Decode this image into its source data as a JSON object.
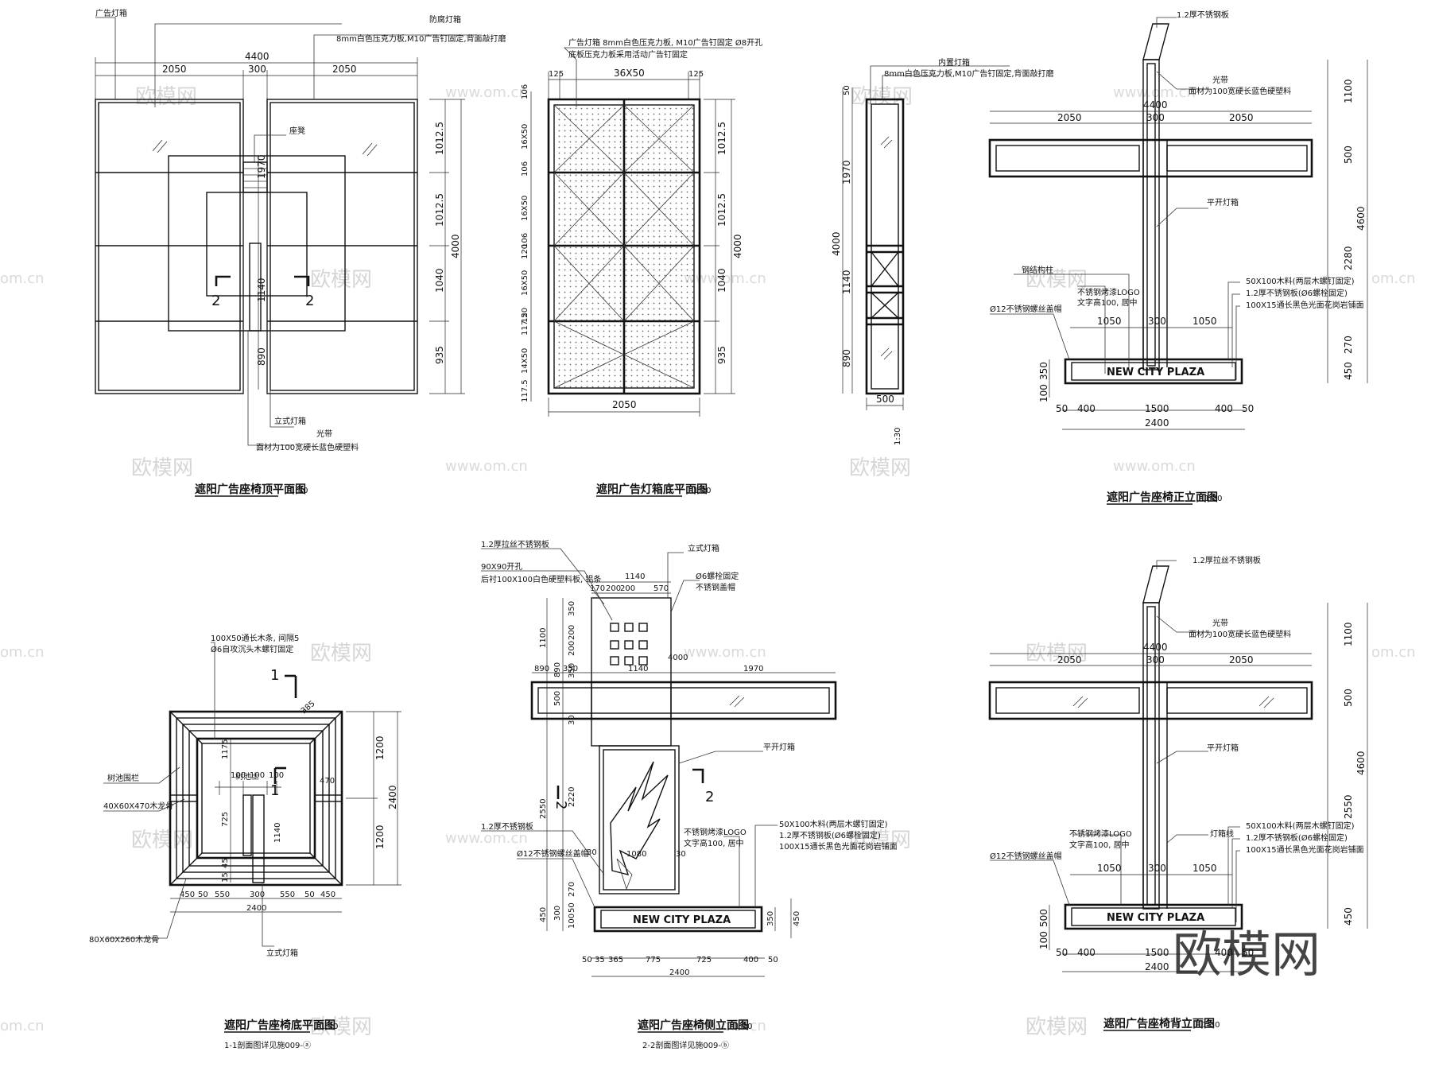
{
  "watermark": {
    "text": "欧模网",
    "url": "www.om.cn",
    "corner": "欧模网",
    "edge": "om.cn"
  },
  "views": {
    "top_plan": {
      "title": "遮阳广告座椅顶平面图",
      "scale": "1:30",
      "notes": [
        "广告灯箱",
        "8mm白色压克力板,M10广告钉固定,背面敲打磨",
        "防腐灯箱",
        "座凳",
        "立式灯箱",
        "光带",
        "面材为100宽硬长蓝色硬塑料"
      ],
      "dims_top": [
        "4400",
        "2050",
        "300",
        "2050"
      ],
      "dims_right": [
        "1012.5",
        "1012.5",
        "1040",
        "935",
        "4000"
      ],
      "dims_inner": [
        "1970",
        "1140",
        "890"
      ],
      "section_mark": "2"
    },
    "box_bottom": {
      "title": "遮阳广告灯箱底平面图",
      "scale": "1:30",
      "notes": [
        "广告灯箱 8mm白色压克力板, M10广告钉固定 Ø8开孔",
        "底板压克力板采用活动广告钉固定"
      ],
      "dims_top": [
        "125",
        "36X50",
        "125"
      ],
      "dims_left": [
        "106",
        "16X50",
        "106",
        "16X50",
        "106",
        "120",
        "16X50",
        "120",
        "117.5",
        "14X50",
        "117.5"
      ],
      "dims_right": [
        "1012.5",
        "1012.5",
        "1040",
        "935",
        "4000"
      ],
      "dims_bottom": [
        "2050"
      ]
    },
    "side_section": {
      "notes": [
        "内置灯箱",
        "8mm白色压克力板,M10广告钉固定,背面敲打磨"
      ],
      "dims_left": [
        "50",
        "1970",
        "4000",
        "1140",
        "890"
      ],
      "dims_bottom": [
        "500"
      ],
      "scale": "1:30"
    },
    "front_elevation": {
      "title": "遮阳广告座椅正立面图",
      "scale": "1:30",
      "notes": [
        "1.2厚不锈钢板",
        "光带",
        "面材为100宽硬长蓝色硬塑料",
        "平开灯箱",
        "钢结构柱",
        "不锈钢烤漆LOGO",
        "文字高100, 居中",
        "50X100木料(两层木螺钉固定)",
        "1.2厚不锈钢板(Ø6螺栓固定)",
        "100X15通长黑色光面花岗岩铺面",
        "Ø12不锈钢螺丝盖帽"
      ],
      "dims_top": [
        "4400",
        "2050",
        "300",
        "2050"
      ],
      "dims_mid": [
        "1050",
        "300",
        "1050"
      ],
      "dims_bottom": [
        "50",
        "400",
        "1500",
        "400",
        "50",
        "2400"
      ],
      "dims_right": [
        "1100",
        "500",
        "2280",
        "4600",
        "270",
        "450"
      ],
      "dims_left": [
        "350",
        "100"
      ],
      "logo": "NEW CITY PLAZA"
    },
    "bottom_plan": {
      "title": "遮阳广告座椅底平面图",
      "scale": "1:30",
      "subtitle": "1-1剖面图详见施009-ⓐ",
      "notes": [
        "100X50通长木条, 间隔5",
        "Ø6自攻沉头木螺钉固定",
        "树池围栏",
        "40X60X470木龙骨",
        "80X60X260木龙骨",
        "立式灯箱",
        "树池土"
      ],
      "dims_top": [
        "100",
        "100",
        "100"
      ],
      "dims_right": [
        "1200",
        "2400",
        "1200"
      ],
      "dims_left": [
        "1175",
        "725",
        "45",
        "15"
      ],
      "dims_mid": [
        "1140",
        "470"
      ],
      "dims_bottom": [
        "450",
        "50",
        "550",
        "300",
        "550",
        "50",
        "450",
        "2400"
      ],
      "dims_diag": "385",
      "section_mark": "1"
    },
    "side_elevation": {
      "title": "遮阳广告座椅侧立面图",
      "scale": "1:30",
      "subtitle": "2-2剖面图详见施009-ⓑ",
      "notes": [
        "1.2厚拉丝不锈钢板",
        "90X90开孔",
        "后衬100X100白色硬塑料板, 铝条",
        "立式灯箱",
        "Ø6螺栓固定",
        "不锈钢盖帽",
        "平开灯箱",
        "1.2厚不锈钢板",
        "Ø12不锈钢螺丝盖帽",
        "不锈钢烤漆LOGO",
        "文字高100, 居中",
        "50X100木料(两层木螺钉固定)",
        "1.2厚不锈钢板(Ø6螺栓固定)",
        "100X15通长黑色光面花岗岩铺面"
      ],
      "dims_top": [
        "1140",
        "170",
        "200",
        "200",
        "570"
      ],
      "dims_left": [
        "350",
        "200",
        "200",
        "1100",
        "890",
        "350",
        "500",
        "30",
        "2550",
        "2220",
        "270",
        "450",
        "300",
        "50",
        "100"
      ],
      "dims_mid": [
        "890",
        "350",
        "1140",
        "1970",
        "4000",
        "30",
        "1080",
        "30"
      ],
      "dims_bottom": [
        "50",
        "35",
        "365",
        "775",
        "725",
        "400",
        "50",
        "2400"
      ],
      "dims_right": [
        "350",
        "450"
      ],
      "logo": "NEW CITY PLAZA",
      "section_mark": "2"
    },
    "back_elevation": {
      "title": "遮阳广告座椅背立面图",
      "scale": "1:30",
      "notes": [
        "1.2厚拉丝不锈钢板",
        "光带",
        "面材为100宽硬长蓝色硬塑料",
        "平开灯箱",
        "不锈钢烤漆LOGO",
        "文字高100, 居中",
        "灯箱线",
        "50X100木料(两层木螺钉固定)",
        "1.2厚不锈钢板(Ø6螺栓固定)",
        "100X15通长黑色光面花岗岩铺面",
        "Ø12不锈钢螺丝盖帽"
      ],
      "dims_top": [
        "4400",
        "2050",
        "300",
        "2050"
      ],
      "dims_mid": [
        "1050",
        "300",
        "1050"
      ],
      "dims_bottom": [
        "50",
        "400",
        "1500",
        "400",
        "50",
        "2400"
      ],
      "dims_right": [
        "1100",
        "500",
        "2550",
        "4600",
        "450"
      ],
      "dims_left": [
        "500",
        "100"
      ],
      "logo": "NEW CITY PLAZA"
    }
  }
}
